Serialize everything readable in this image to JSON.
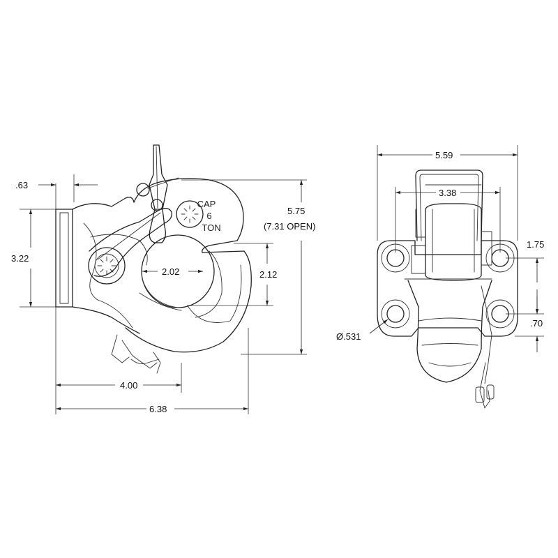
{
  "side_view": {
    "cast_marking": [
      "CAP",
      "6",
      "TON"
    ],
    "dimensions": {
      "flange_thickness": ".63",
      "flange_height": "3.22",
      "overall_height": "5.75",
      "overall_height_open": "(7.31 OPEN)",
      "hook_opening_width": "2.02",
      "hook_opening_height": "2.12",
      "body_length": "4.00",
      "overall_length": "6.38"
    }
  },
  "front_view": {
    "dimensions": {
      "overall_width": "5.59",
      "bolt_spacing_horizontal": "3.38",
      "bolt_spacing_vertical": "1.75",
      "bolt_edge_offset": ".70",
      "bolt_hole_diameter": "Ø.531"
    }
  }
}
